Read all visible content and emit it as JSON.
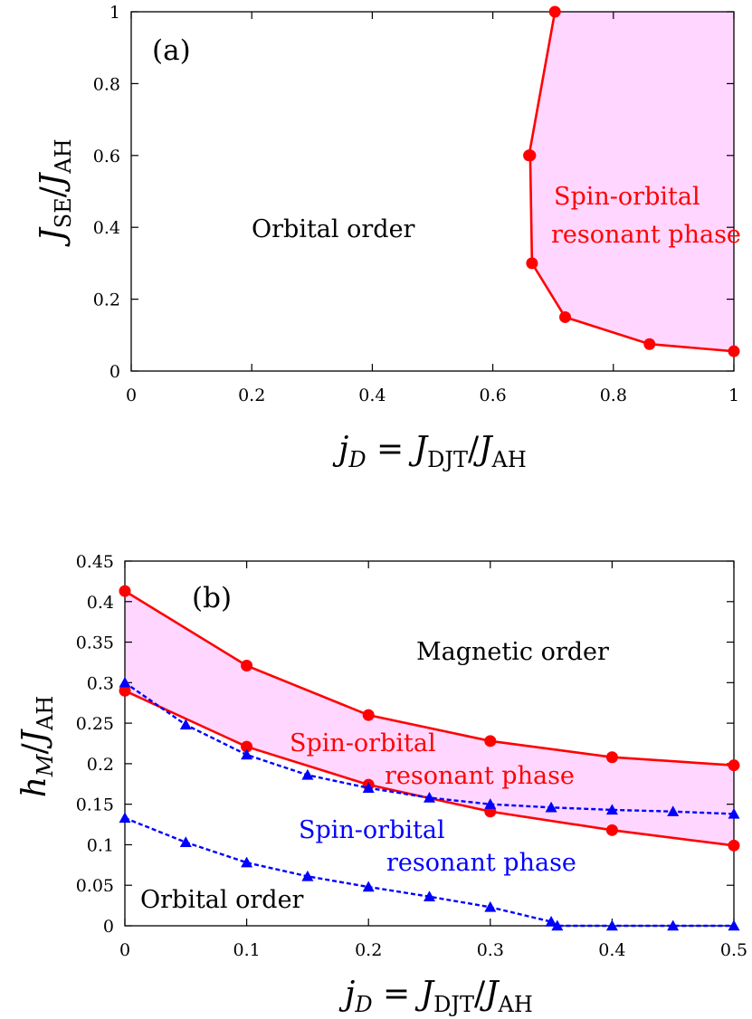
{
  "colors": {
    "red": "#ff0000",
    "blue": "#0000ff",
    "fill": "#ffd6ff",
    "axis": "#000000"
  },
  "chart_data": [
    {
      "type": "line",
      "panel_label": "(a)",
      "xlabel": "j_D = J_DJT / J_AH",
      "ylabel": "J_SE / J_AH",
      "xlim": [
        0,
        1
      ],
      "ylim": [
        0,
        1
      ],
      "xticks": [
        "0",
        "0.2",
        "0.4",
        "0.6",
        "0.8",
        "1"
      ],
      "yticks": [
        "0",
        "0.2",
        "0.4",
        "0.6",
        "0.8",
        "1"
      ],
      "grid": false,
      "series": [
        {
          "color": "red",
          "marker": "circle",
          "line": "solid",
          "x": [
            0.703,
            0.66,
            0.662,
            0.665,
            0.72,
            0.86,
            1.0
          ],
          "y": [
            1.0,
            0.6,
            0.6,
            0.3,
            0.15,
            0.075,
            0.055
          ]
        }
      ],
      "fill_region": "right of boundary",
      "annotations": [
        {
          "text": "Orbital order",
          "color": "black"
        },
        {
          "text": "Spin-orbital",
          "color": "red"
        },
        {
          "text": "resonant phase",
          "color": "red"
        }
      ]
    },
    {
      "type": "line",
      "panel_label": "(b)",
      "xlabel": "j_D = J_DJT / J_AH",
      "ylabel": "h_M / J_AH",
      "xlim": [
        0,
        0.5
      ],
      "ylim": [
        0,
        0.45
      ],
      "xticks": [
        "0",
        "0.1",
        "0.2",
        "0.3",
        "0.4",
        "0.5"
      ],
      "yticks": [
        "0",
        "0.05",
        "0.1",
        "0.15",
        "0.2",
        "0.25",
        "0.3",
        "0.35",
        "0.4",
        "0.45"
      ],
      "grid": false,
      "series": [
        {
          "color": "red",
          "marker": "circle",
          "line": "solid",
          "x": [
            0,
            0.1,
            0.2,
            0.3,
            0.4,
            0.5
          ],
          "y": [
            0.413,
            0.321,
            0.26,
            0.228,
            0.208,
            0.198
          ]
        },
        {
          "color": "red",
          "marker": "circle",
          "line": "solid",
          "x": [
            0,
            0.1,
            0.2,
            0.3,
            0.4,
            0.5
          ],
          "y": [
            0.29,
            0.221,
            0.174,
            0.141,
            0.118,
            0.099
          ]
        },
        {
          "color": "blue",
          "marker": "triangle",
          "line": "dashed",
          "x": [
            0,
            0.05,
            0.1,
            0.15,
            0.2,
            0.25,
            0.3,
            0.35,
            0.4,
            0.45,
            0.5
          ],
          "y": [
            0.3,
            0.248,
            0.211,
            0.186,
            0.17,
            0.158,
            0.15,
            0.146,
            0.143,
            0.141,
            0.138
          ]
        },
        {
          "color": "blue",
          "marker": "triangle",
          "line": "dashed",
          "x": [
            0,
            0.05,
            0.1,
            0.15,
            0.2,
            0.25,
            0.3,
            0.35,
            0.355,
            0.4,
            0.45,
            0.5
          ],
          "y": [
            0.133,
            0.103,
            0.078,
            0.061,
            0.048,
            0.036,
            0.023,
            0.005,
            0.0,
            0.0,
            0.0,
            0.0
          ]
        }
      ],
      "fill_region": "between red curves",
      "annotations": [
        {
          "text": "Magnetic order",
          "color": "black"
        },
        {
          "text": "Spin-orbital",
          "color": "red"
        },
        {
          "text": "resonant phase",
          "color": "red"
        },
        {
          "text": "Spin-orbital",
          "color": "blue"
        },
        {
          "text": "resonant phase",
          "color": "blue"
        },
        {
          "text": "Orbital order",
          "color": "black"
        }
      ]
    }
  ]
}
